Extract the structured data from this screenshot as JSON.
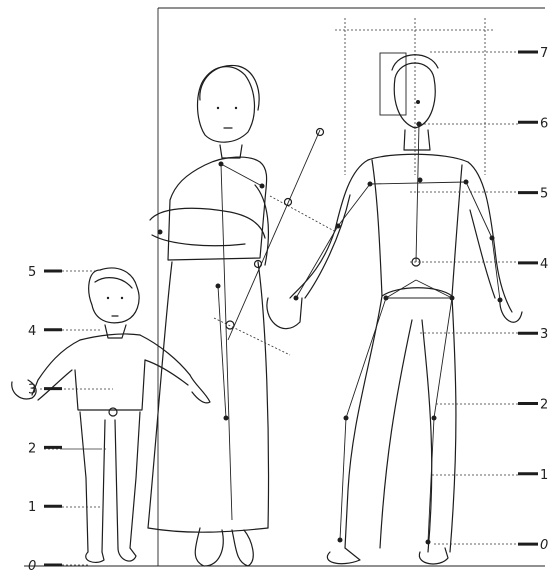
{
  "figure": {
    "left_scale_labels": [
      "5",
      "4",
      "3",
      "2",
      "1",
      "0"
    ],
    "right_scale_labels": [
      "7",
      "6",
      "5",
      "4",
      "3",
      "2",
      "1",
      "0"
    ],
    "scale_value_range": [
      0,
      7
    ],
    "figures": [
      "child",
      "woman",
      "man"
    ],
    "line_color": "#1d1d1d",
    "background": "#ffffff"
  }
}
